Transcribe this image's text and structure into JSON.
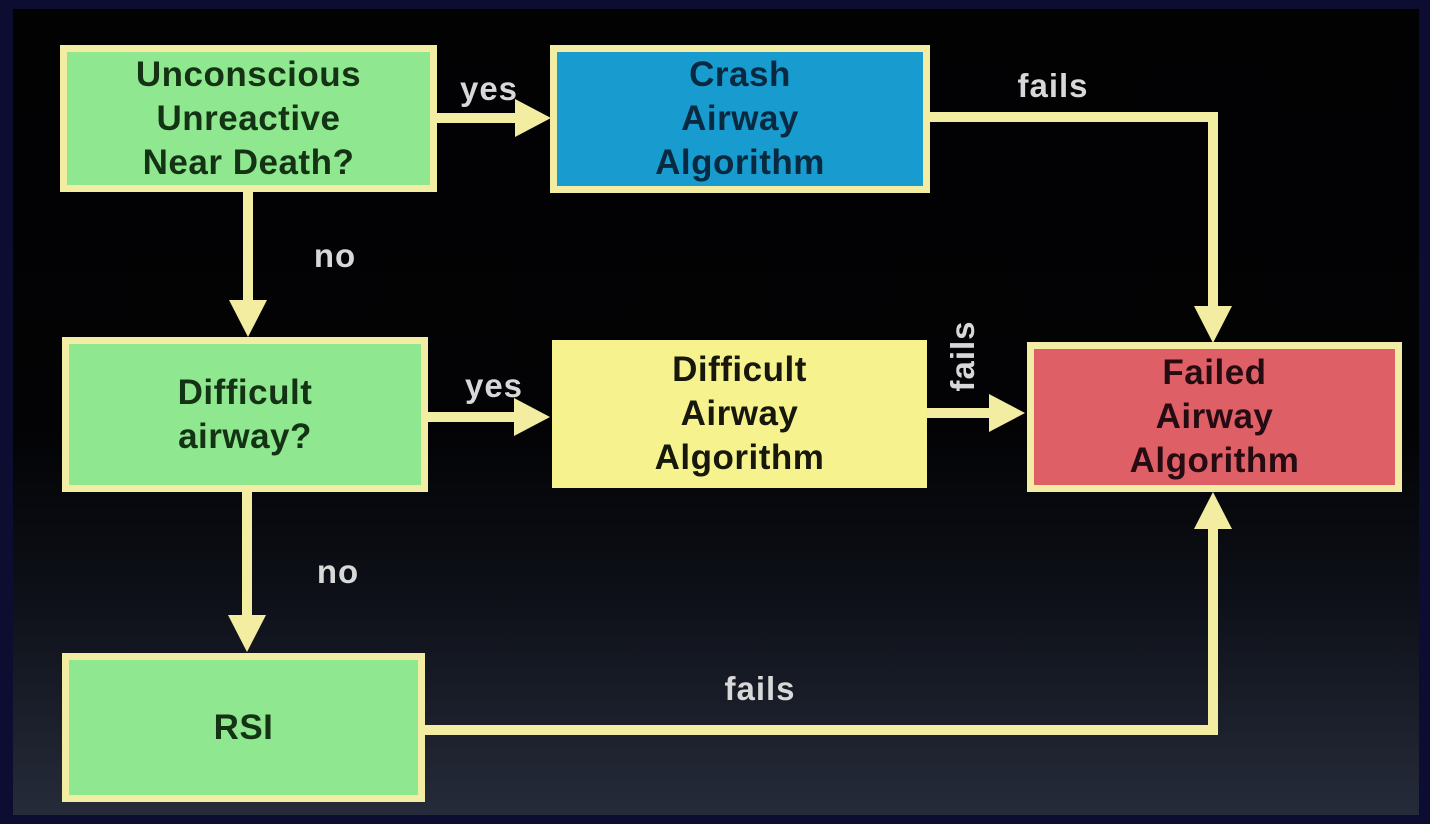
{
  "diagram": {
    "type": "flowchart",
    "topic": "Emergency airway management decision algorithm",
    "nodes": [
      {
        "id": "unconscious",
        "label": "Unconscious\nUnreactive\nNear Death?",
        "fill_color": "#8fe88f"
      },
      {
        "id": "crash-airway-algorithm",
        "label": "Crash\nAirway\nAlgorithm",
        "fill_color": "#189bce"
      },
      {
        "id": "difficult-airway-question",
        "label": "Difficult\nairway?",
        "fill_color": "#8fe88f"
      },
      {
        "id": "difficult-airway-algorithm",
        "label": "Difficult\nAirway\nAlgorithm",
        "fill_color": "#f6f38f"
      },
      {
        "id": "failed-airway-algorithm",
        "label": "Failed\nAirway\nAlgorithm",
        "fill_color": "#df5f66"
      },
      {
        "id": "rsi",
        "label": "RSI",
        "fill_color": "#8fe88f"
      }
    ],
    "edges": [
      {
        "from": "unconscious",
        "to": "crash-airway-algorithm",
        "label": "yes"
      },
      {
        "from": "crash-airway-algorithm",
        "to": "failed-airway-algorithm",
        "label": "fails"
      },
      {
        "from": "unconscious",
        "to": "difficult-airway-question",
        "label": "no"
      },
      {
        "from": "difficult-airway-question",
        "to": "difficult-airway-algorithm",
        "label": "yes"
      },
      {
        "from": "difficult-airway-algorithm",
        "to": "failed-airway-algorithm",
        "label": "fails"
      },
      {
        "from": "difficult-airway-question",
        "to": "rsi",
        "label": "no"
      },
      {
        "from": "rsi",
        "to": "failed-airway-algorithm",
        "label": "fails"
      }
    ],
    "colors": {
      "background": "#000000",
      "frame_border": "#0d0d32",
      "box_border": "#f2eda2",
      "arrow": "#f2eda0",
      "edge_label_text": "#d8d8d8",
      "green_fill": "#8fe88f",
      "blue_fill": "#189bce",
      "yellow_fill": "#f6f38f",
      "red_fill": "#df5f66",
      "bottom_gradient": "#262b3a"
    }
  }
}
